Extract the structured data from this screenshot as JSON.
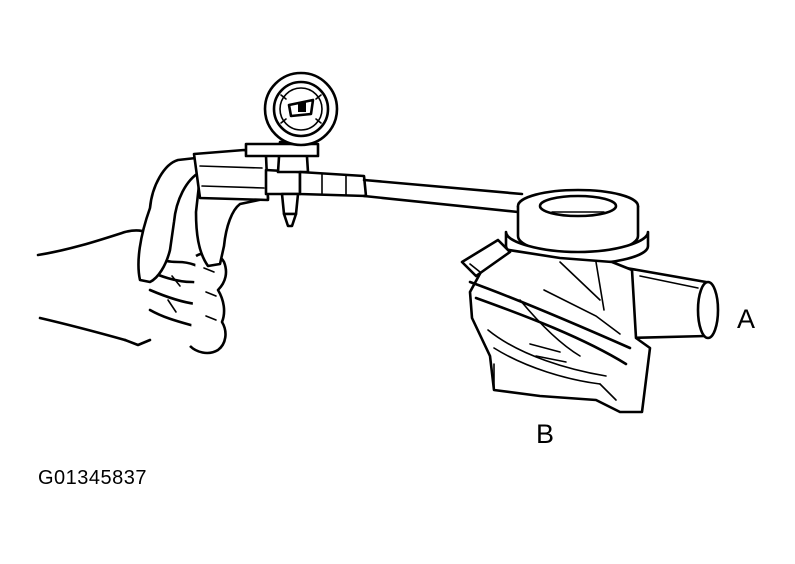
{
  "labels": {
    "a": "A",
    "b": "B"
  },
  "figure_id": "G01345837",
  "colors": {
    "line": "#000000",
    "background": "#ffffff"
  }
}
